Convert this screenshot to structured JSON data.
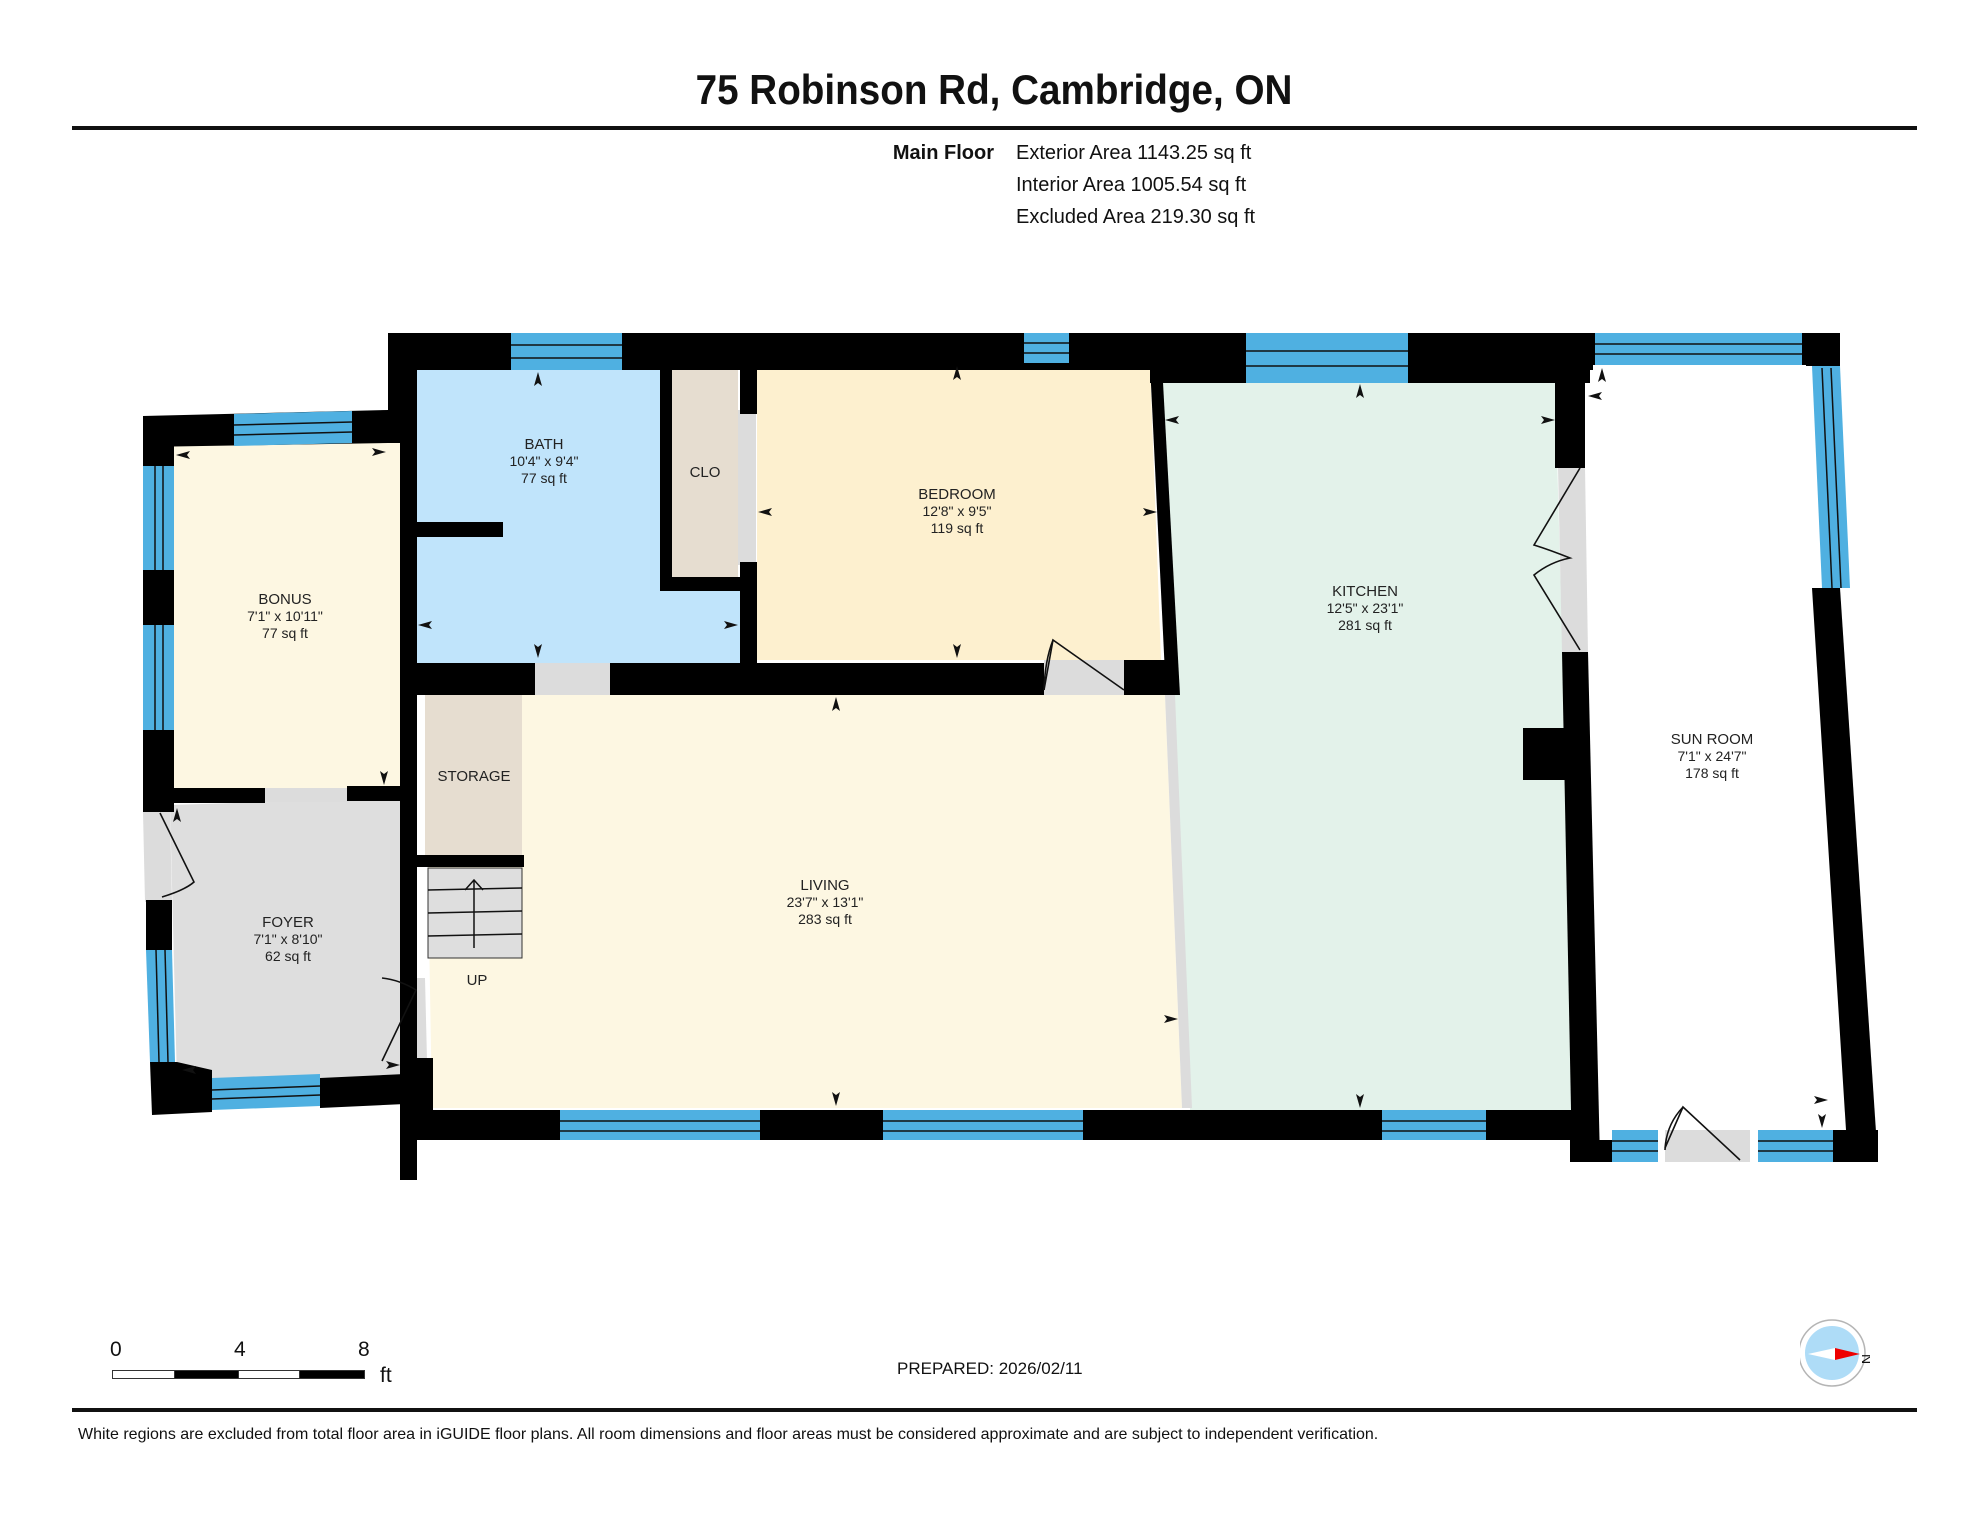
{
  "header": {
    "title": "75 Robinson Rd, Cambridge, ON",
    "floor_label": "Main Floor",
    "areas": [
      "Exterior Area 1143.25 sq ft",
      "Interior Area 1005.54 sq ft",
      "Excluded Area 219.30 sq ft"
    ]
  },
  "rooms": {
    "bath": {
      "name": "BATH",
      "dims": "10'4\" x 9'4\"",
      "area": "77 sq ft",
      "color": "#c0e4fb"
    },
    "closet": {
      "name": "CLO",
      "color": "#e6ddd0"
    },
    "bedroom": {
      "name": "BEDROOM",
      "dims": "12'8\" x 9'5\"",
      "area": "119 sq ft",
      "color": "#fdf0cf"
    },
    "kitchen": {
      "name": "KITCHEN",
      "dims": "12'5\" x 23'1\"",
      "area": "281 sq ft",
      "color": "#e3f2ea"
    },
    "bonus": {
      "name": "BONUS",
      "dims": "7'1\" x 10'11\"",
      "area": "77 sq ft",
      "color": "#fdf7e2"
    },
    "storage": {
      "name": "STORAGE",
      "color": "#e6ddd0"
    },
    "living": {
      "name": "LIVING",
      "dims": "23'7\" x 13'1\"",
      "area": "283 sq ft",
      "color": "#fdf7e2"
    },
    "foyer": {
      "name": "FOYER",
      "dims": "7'1\" x 8'10\"",
      "area": "62 sq ft",
      "color": "#dedede"
    },
    "sunroom": {
      "name": "SUN ROOM",
      "dims": "7'1\" x 24'7\"",
      "area": "178 sq ft",
      "color": "#ffffff"
    },
    "stairs": {
      "label": "UP"
    }
  },
  "colors": {
    "wall": "#000000",
    "window": "#4fb0e1",
    "opening": "#dcdcdc"
  },
  "scale_bar": {
    "ticks": [
      "0",
      "4",
      "8"
    ],
    "unit": "ft"
  },
  "compass": {
    "label": "N"
  },
  "prepared": "PREPARED: 2026/02/11",
  "footer": "White regions are excluded from total floor area in iGUIDE floor plans. All room dimensions and floor areas must be considered approximate and are subject to independent verification."
}
